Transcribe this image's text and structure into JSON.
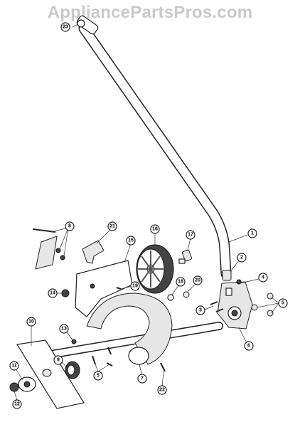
{
  "watermark": "AppliancePartsPros.com",
  "callouts": [
    {
      "id": "c1",
      "label": "1"
    },
    {
      "id": "c2",
      "label": "2"
    },
    {
      "id": "c3",
      "label": "3"
    },
    {
      "id": "c4",
      "label": "4"
    },
    {
      "id": "c5a",
      "label": "5"
    },
    {
      "id": "c5b",
      "label": "5"
    },
    {
      "id": "c6",
      "label": "6"
    },
    {
      "id": "c7",
      "label": "7"
    },
    {
      "id": "c8",
      "label": "8"
    },
    {
      "id": "c9",
      "label": "9"
    },
    {
      "id": "c10",
      "label": "10"
    },
    {
      "id": "c11",
      "label": "11"
    },
    {
      "id": "c12",
      "label": "12"
    },
    {
      "id": "c13",
      "label": "13"
    },
    {
      "id": "c14",
      "label": "14"
    },
    {
      "id": "c15",
      "label": "15"
    },
    {
      "id": "c16",
      "label": "16"
    },
    {
      "id": "c17",
      "label": "17"
    },
    {
      "id": "c18",
      "label": "18"
    },
    {
      "id": "c19",
      "label": "19"
    },
    {
      "id": "c20",
      "label": "20"
    },
    {
      "id": "c21",
      "label": "21"
    },
    {
      "id": "c22",
      "label": "22"
    },
    {
      "id": "c23",
      "label": "23"
    }
  ]
}
